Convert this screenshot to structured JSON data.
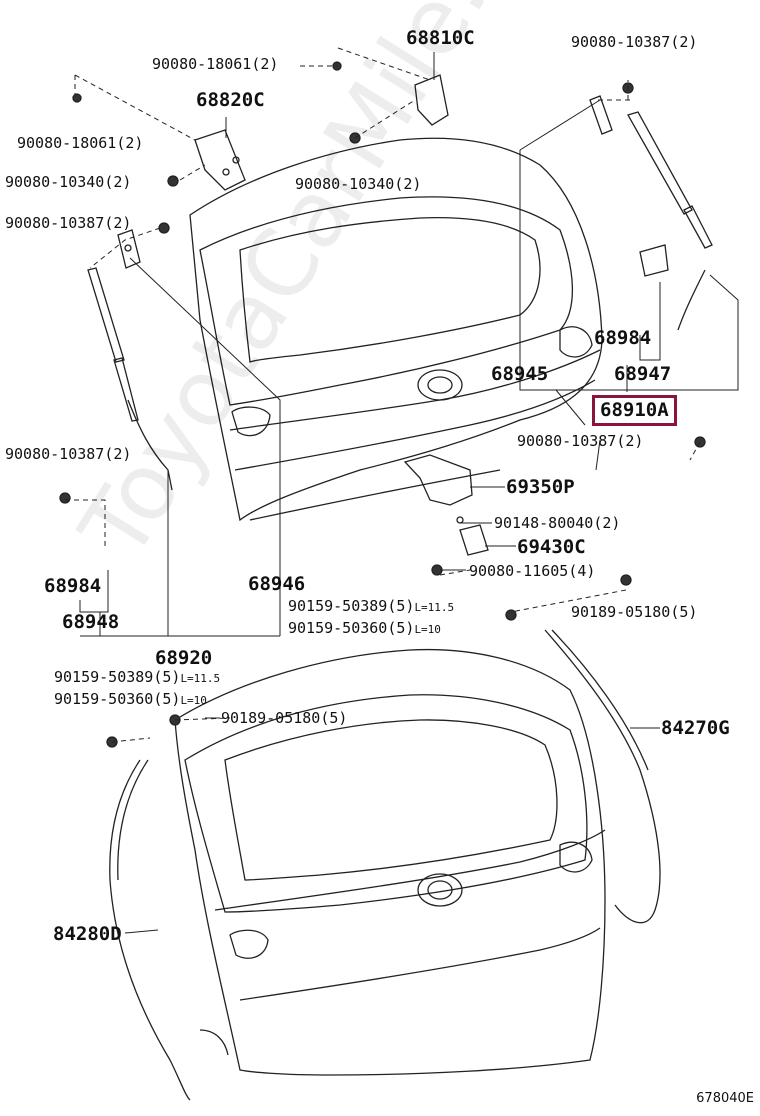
{
  "diagram": {
    "watermark": "ToyotaCarMile.ru",
    "figure_code": "678040E",
    "labels": [
      {
        "id": "l68810c",
        "text": "68810C",
        "big": true
      },
      {
        "id": "l90080_18061a",
        "text": "90080-18061(2)"
      },
      {
        "id": "l90080_10387a",
        "text": "90080-10387(2)"
      },
      {
        "id": "l68820c",
        "text": "68820C",
        "big": true
      },
      {
        "id": "l90080_18061b",
        "text": "90080-18061(2)"
      },
      {
        "id": "l90080_10340a",
        "text": "90080-10340(2)"
      },
      {
        "id": "l90080_10340b",
        "text": "90080-10340(2)"
      },
      {
        "id": "l90080_10387b",
        "text": "90080-10387(2)"
      },
      {
        "id": "l68984a",
        "text": "68984",
        "big": true
      },
      {
        "id": "l68945",
        "text": "68945",
        "big": true
      },
      {
        "id": "l68947",
        "text": "68947",
        "big": true
      },
      {
        "id": "l68910a",
        "text": "68910A",
        "big": true,
        "highlight": true
      },
      {
        "id": "l90080_10387c",
        "text": "90080-10387(2)"
      },
      {
        "id": "l90080_10387d",
        "text": "90080-10387(2)"
      },
      {
        "id": "l69350p",
        "text": "69350P",
        "big": true
      },
      {
        "id": "l90148",
        "text": "90148-80040(2)"
      },
      {
        "id": "l69430c",
        "text": "69430C",
        "big": true
      },
      {
        "id": "l90080_11605",
        "text": "90080-11605(4)"
      },
      {
        "id": "l68984b",
        "text": "68984",
        "big": true
      },
      {
        "id": "l68946",
        "text": "68946",
        "big": true
      },
      {
        "id": "l68948",
        "text": "68948",
        "big": true
      },
      {
        "id": "l90159_50389a",
        "text": "90159-50389(5)",
        "note": "L=11.5"
      },
      {
        "id": "l90159_50360a",
        "text": "90159-50360(5)",
        "note": "L=10"
      },
      {
        "id": "l90189_05180a",
        "text": "90189-05180(5)"
      },
      {
        "id": "l68920",
        "text": "68920",
        "big": true
      },
      {
        "id": "l90159_50389b",
        "text": "90159-50389(5)",
        "note": "L=11.5"
      },
      {
        "id": "l90159_50360b",
        "text": "90159-50360(5)",
        "note": "L=10"
      },
      {
        "id": "l90189_05180b",
        "text": "90189-05180(5)"
      },
      {
        "id": "l84270g",
        "text": "84270G",
        "big": true
      },
      {
        "id": "l84280d",
        "text": "84280D",
        "big": true
      }
    ]
  }
}
